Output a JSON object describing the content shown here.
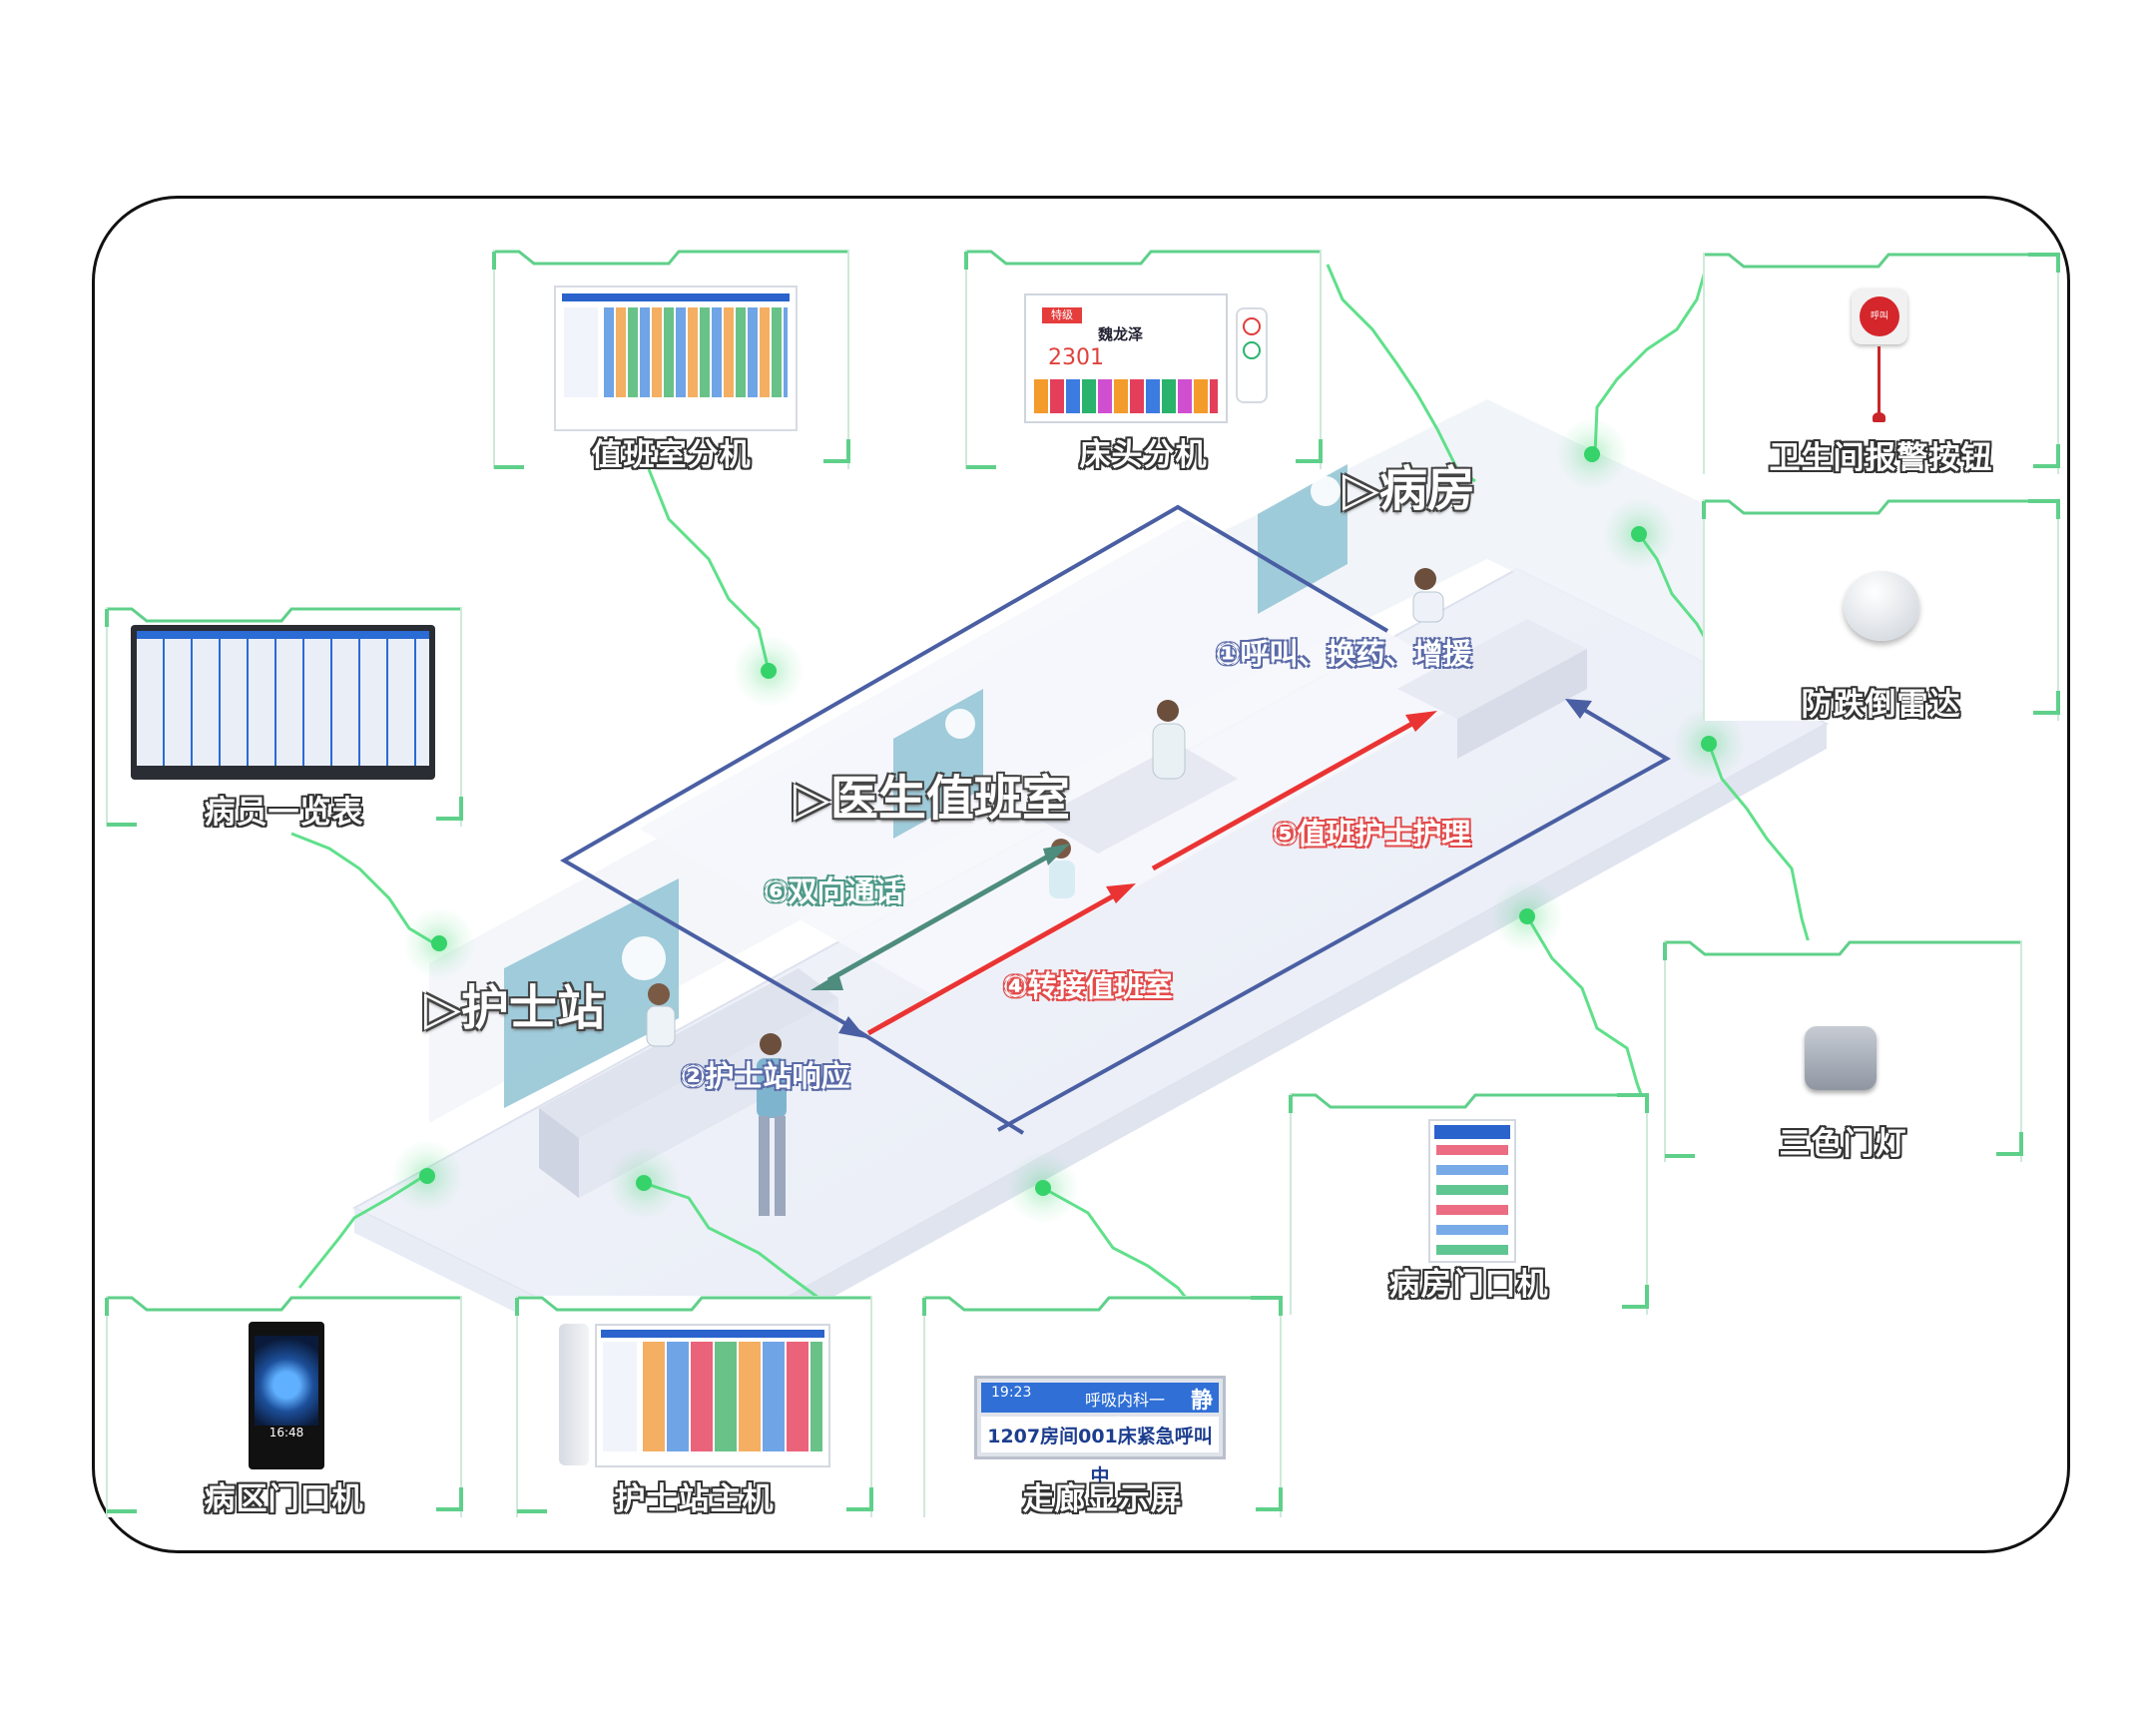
{
  "devices": {
    "duty_room_sub": {
      "label": "值班室分机"
    },
    "bedside_sub": {
      "label": "床头分机",
      "room_no": "2301",
      "patient_name": "魏龙泽",
      "status_tag": "特级"
    },
    "toilet_alarm": {
      "label": "卫生间报警按钮",
      "button_text": "呼叫"
    },
    "fall_radar": {
      "label": "防跌倒雷达"
    },
    "patient_list": {
      "label": "病员一览表"
    },
    "tricolor_light": {
      "label": "三色门灯"
    },
    "ward_door": {
      "label": "病房门口机"
    },
    "area_door": {
      "label": "病区门口机",
      "time": "16:48"
    },
    "nurse_host": {
      "label": "护士站主机"
    },
    "corridor_display": {
      "label": "走廊显示屏",
      "time": "19:23",
      "ward": "呼吸内科一病区",
      "quiet": "静",
      "message": "1207房间001床紧急呼叫中"
    }
  },
  "rooms": {
    "ward": "▷病房",
    "doctor_duty": "▷医生值班室",
    "nurse_station": "▷护士站"
  },
  "flows": {
    "step1": "①呼叫、换药、增援",
    "step2": "②护士站响应",
    "step4": "④转接值班室",
    "step5": "⑤值班护士护理",
    "step6": "⑥双向通话"
  },
  "colors": {
    "frame": "#111111",
    "bracket_green": "#5fd08a",
    "node_green": "#35d36a",
    "flow_blue": "#4a5fa3",
    "flow_red": "#ea3434",
    "flow_teal": "#4e8c7e"
  }
}
